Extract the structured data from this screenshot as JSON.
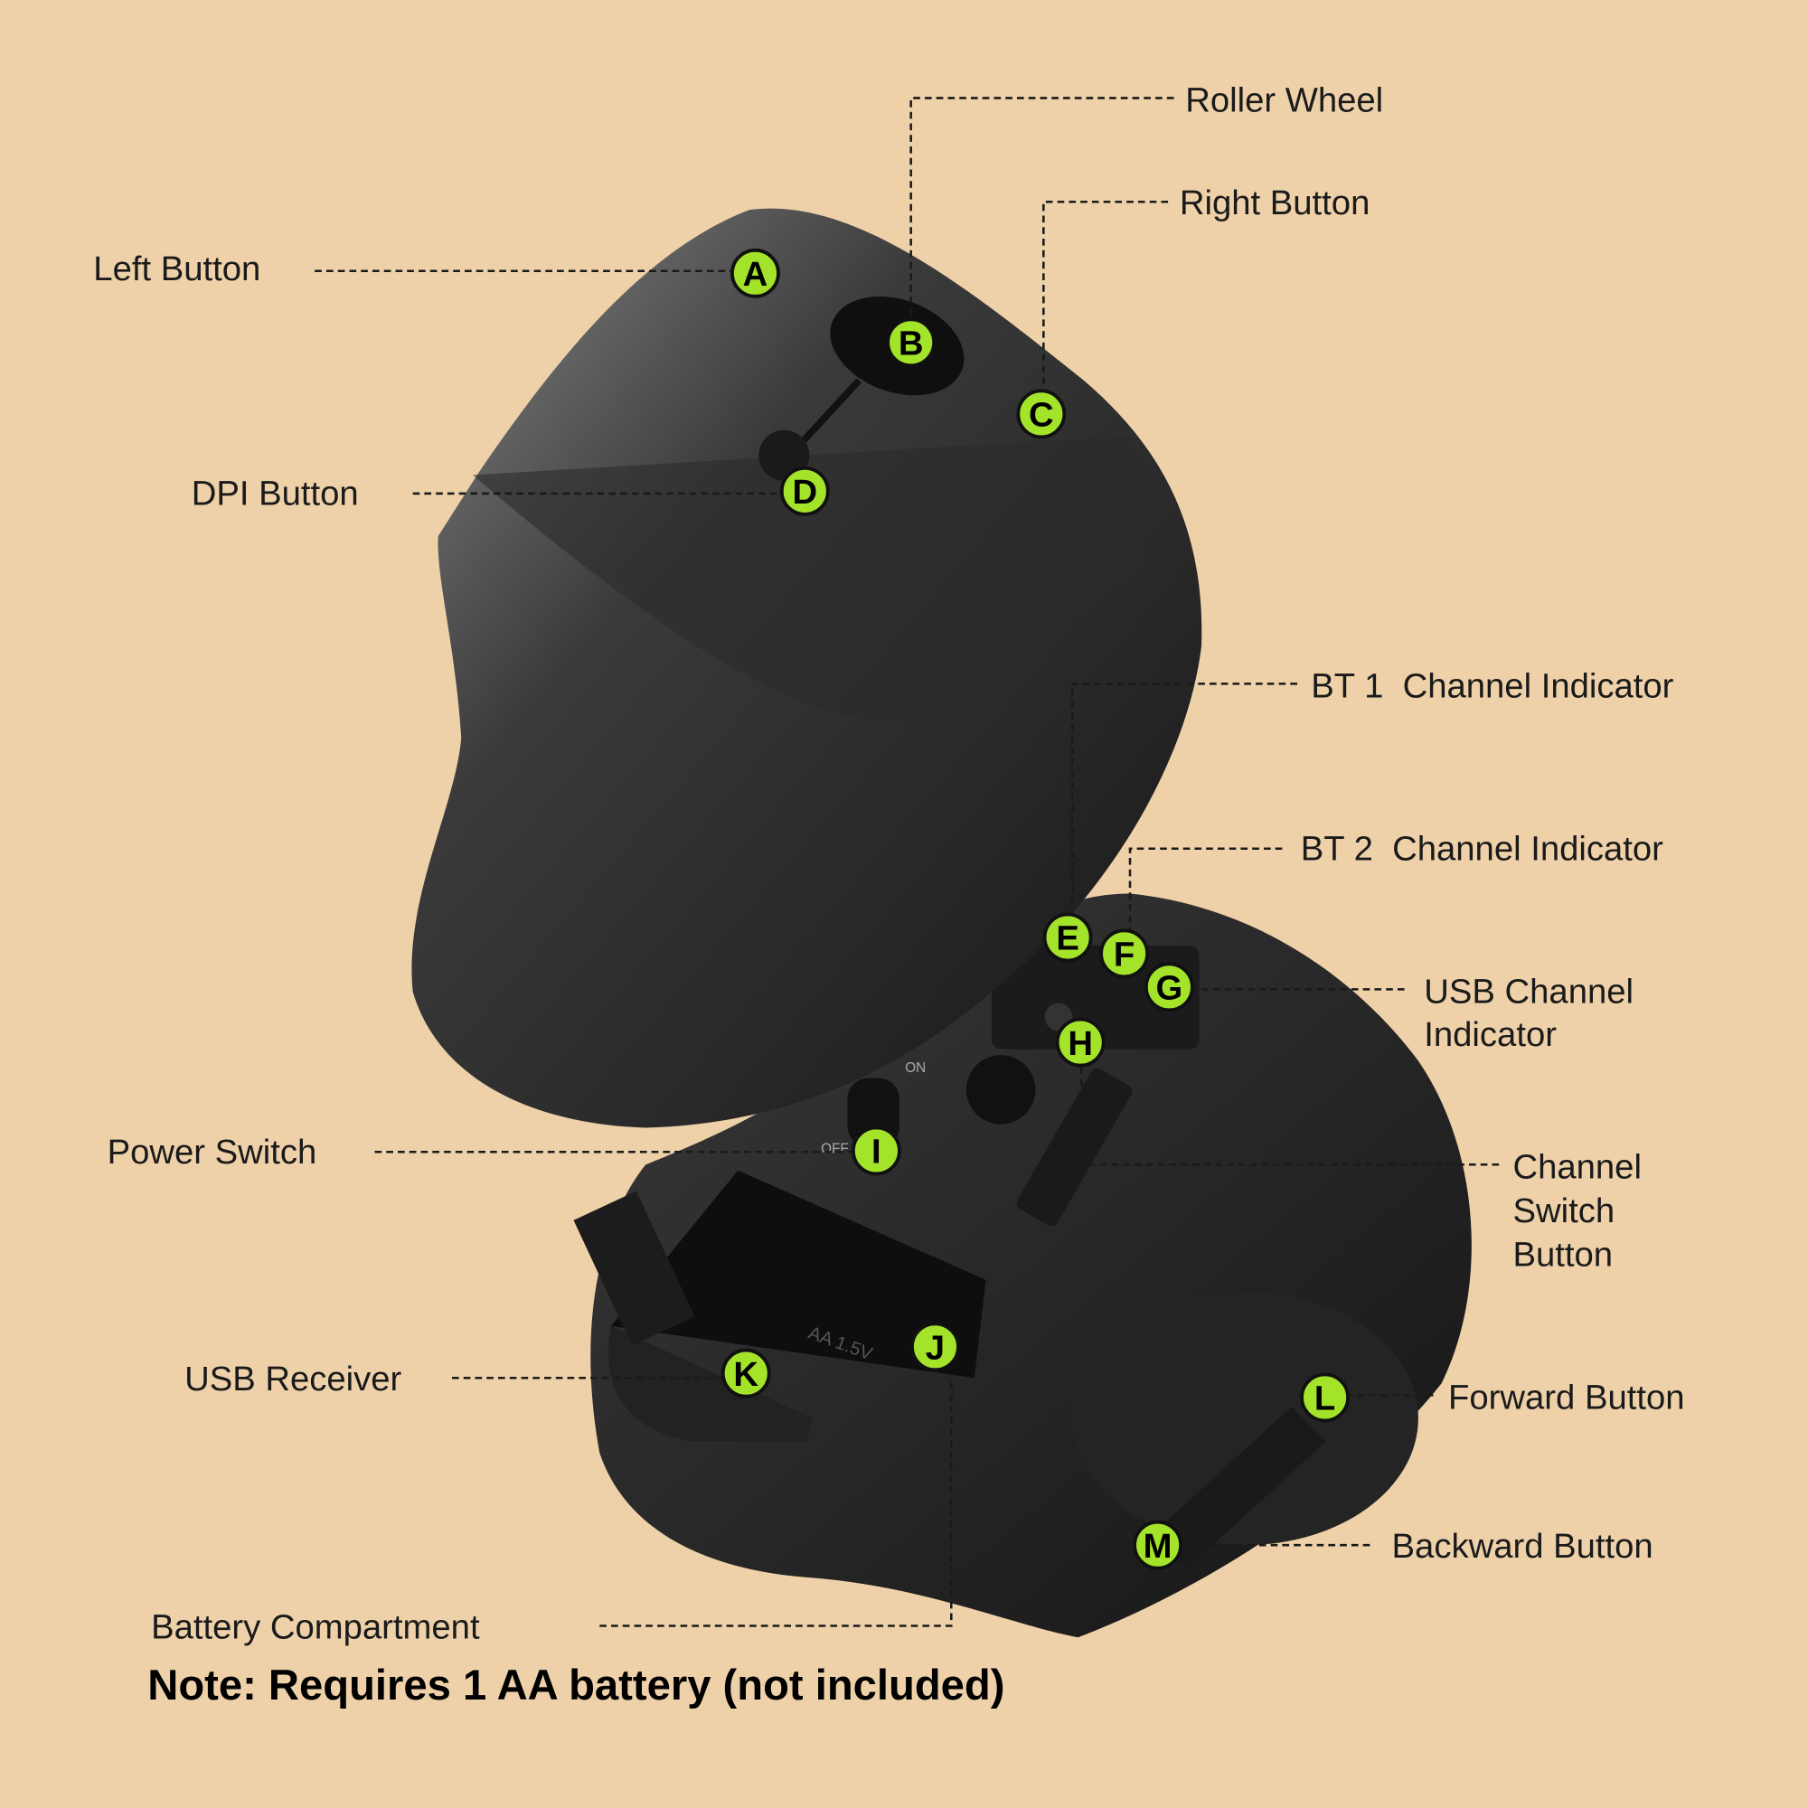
{
  "colors": {
    "background": "#EED1A9",
    "badge": "#A3E32A",
    "mouse": "#2a2a2a"
  },
  "labels": {
    "roller_wheel": "Roller Wheel",
    "right_button": "Right Button",
    "left_button": "Left Button",
    "dpi_button": "DPI Button",
    "bt1": "BT 1  Channel Indicator",
    "bt2": "BT 2  Channel Indicator",
    "usb_channel_1": "USB Channel",
    "usb_channel_2": "Indicator",
    "channel_switch_1": "Channel",
    "channel_switch_2": "Switch",
    "channel_switch_3": "Button",
    "power_switch": "Power Switch",
    "usb_receiver": "USB Receiver",
    "battery": "Battery Compartment",
    "forward": "Forward Button",
    "backward": "Backward Button"
  },
  "badges": {
    "a": "A",
    "b": "B",
    "c": "C",
    "d": "D",
    "e": "E",
    "f": "F",
    "g": "G",
    "h": "H",
    "i": "I",
    "j": "J",
    "k": "K",
    "l": "L",
    "m": "M"
  },
  "device_marks": {
    "on": "ON",
    "off": "OFF",
    "battery_mark": "AA 1.5V"
  },
  "note": "Note: Requires 1 AA battery (not included)"
}
